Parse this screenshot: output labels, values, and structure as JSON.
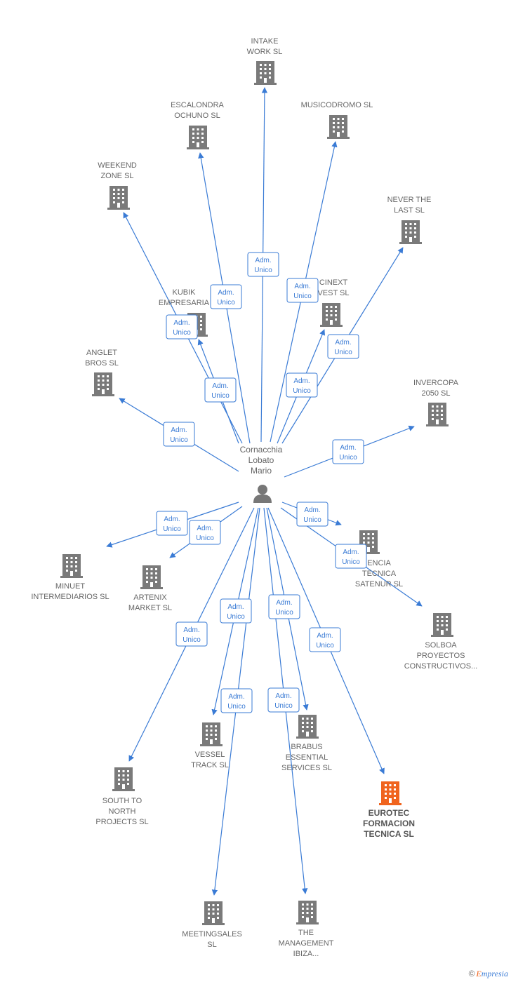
{
  "colors": {
    "edge": "#3a7bd5",
    "building": "#7a7a7a",
    "building_highlight": "#f0641e",
    "person": "#777777",
    "label_box_border": "#3a7bd5"
  },
  "center": {
    "lines": [
      "Cornacchia",
      "Lobato",
      "Mario"
    ],
    "icon": "person-icon"
  },
  "edge_label": {
    "line1": "Adm.",
    "line2": "Unico"
  },
  "nodes": [
    {
      "id": "intake-work",
      "lines": [
        "INTAKE",
        "WORK SL"
      ]
    },
    {
      "id": "escalondra-ochuno",
      "lines": [
        "ESCALONDRA",
        "OCHUNO  SL"
      ]
    },
    {
      "id": "musicodromo",
      "lines": [
        "MUSICODROMO SL"
      ]
    },
    {
      "id": "weekend-zone",
      "lines": [
        "WEEKEND",
        "ZONE SL"
      ]
    },
    {
      "id": "never-the-last",
      "lines": [
        "NEVER THE",
        "LAST  SL"
      ]
    },
    {
      "id": "kubik-empresarial",
      "lines": [
        "KUBIK",
        "EMPRESARIA"
      ]
    },
    {
      "id": "cinext-invest",
      "lines": [
        "CINEXT",
        "VEST  SL"
      ]
    },
    {
      "id": "anglet-bros",
      "lines": [
        "ANGLET",
        "BROS SL"
      ]
    },
    {
      "id": "invercopa-2050",
      "lines": [
        "INVERCOPA",
        "2050  SL"
      ]
    },
    {
      "id": "minuet-intermediarios",
      "lines": [
        "MINUET",
        "INTERMEDIARIOS SL"
      ]
    },
    {
      "id": "artenix-market",
      "lines": [
        "ARTENIX",
        "MARKET  SL"
      ]
    },
    {
      "id": "asistencia-tecnica-satenur",
      "lines": [
        "ENCIA",
        "TECNICA",
        "SATENUR  SL"
      ]
    },
    {
      "id": "solboa-proyectos",
      "lines": [
        "SOLBOA",
        "PROYECTOS",
        "CONSTRUCTIVOS..."
      ]
    },
    {
      "id": "south-to-north",
      "lines": [
        "SOUTH TO",
        "NORTH",
        "PROJECTS  SL"
      ]
    },
    {
      "id": "vessel-track",
      "lines": [
        "VESSEL",
        "TRACK SL"
      ]
    },
    {
      "id": "brabus-essential",
      "lines": [
        "BRABUS",
        "ESSENTIAL",
        "SERVICES  SL"
      ]
    },
    {
      "id": "eurotec-formacion",
      "lines": [
        "EUROTEC",
        "FORMACION",
        "TECNICA  SL"
      ],
      "highlight": true
    },
    {
      "id": "meetingsales",
      "lines": [
        "MEETINGSALES",
        "SL"
      ]
    },
    {
      "id": "the-management-ibiza",
      "lines": [
        "THE",
        "MANAGEMENT",
        "IBIZA..."
      ]
    }
  ],
  "brand": {
    "copyright": "©",
    "first_letter": "E",
    "rest": "mpresia"
  }
}
